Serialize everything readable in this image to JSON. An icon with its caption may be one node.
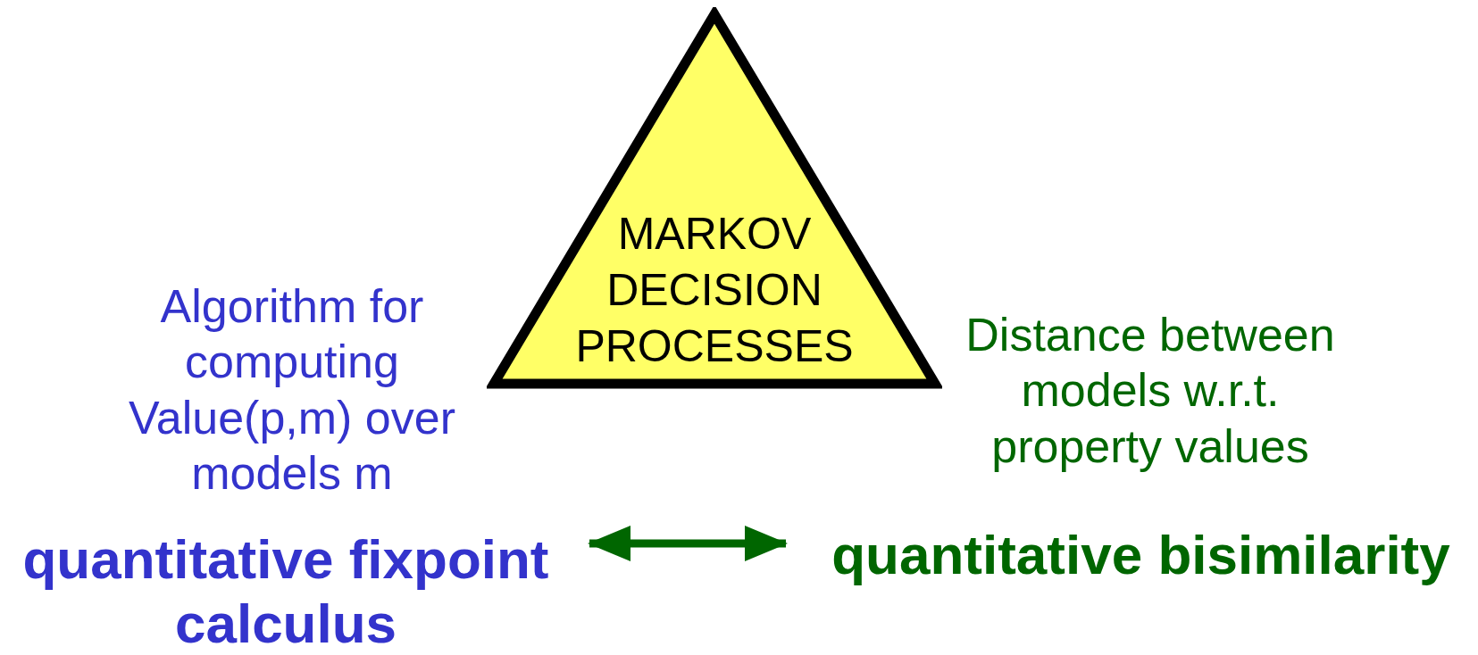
{
  "diagram": {
    "nodes": [
      {
        "text": [
          "MARKOV DECISION PROCESSES"
        ]
      },
      {
        "text": [
          "quantitative fixpoint calculus"
        ]
      },
      {
        "text": [
          "quantitative bisimilarity"
        ]
      }
    ],
    "edges": [
      {
        "from": 1,
        "to": 2,
        "arrow": "both",
        "color": "#006600"
      }
    ],
    "labels": [
      "Algorithm for computing Value(p,m) over models m",
      "Distance between models w.r.t. property values"
    ]
  }
}
